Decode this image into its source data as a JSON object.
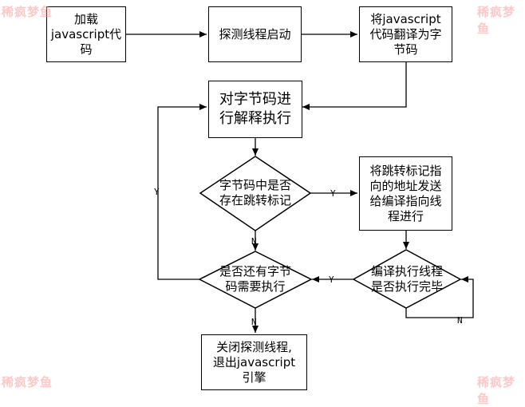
{
  "nodes": {
    "load": "加载\njavascript代\n码",
    "start_thread": "探测线程启动",
    "translate": "将javascript\n代码翻译为字\n节码",
    "interpret": "对字节码进\n行解释执行",
    "has_jump": "字节码中是否\n存在跳转标记",
    "compile_jump": "将跳转标记指\n向的地址发送\n给编译指向线\n程进行",
    "compile_done": "编译执行线程\n是否执行完毕",
    "more_bytecode": "是否还有字节\n码需要执行",
    "close": "关闭探测线程,\n退出javascript\n引擎"
  },
  "edge_labels": {
    "jump_yes": "Y",
    "jump_no": "N",
    "done_yes": "Y",
    "done_no": "N",
    "more_yes": "Y",
    "more_no": "N"
  },
  "watermark": "稀疯梦鱼"
}
